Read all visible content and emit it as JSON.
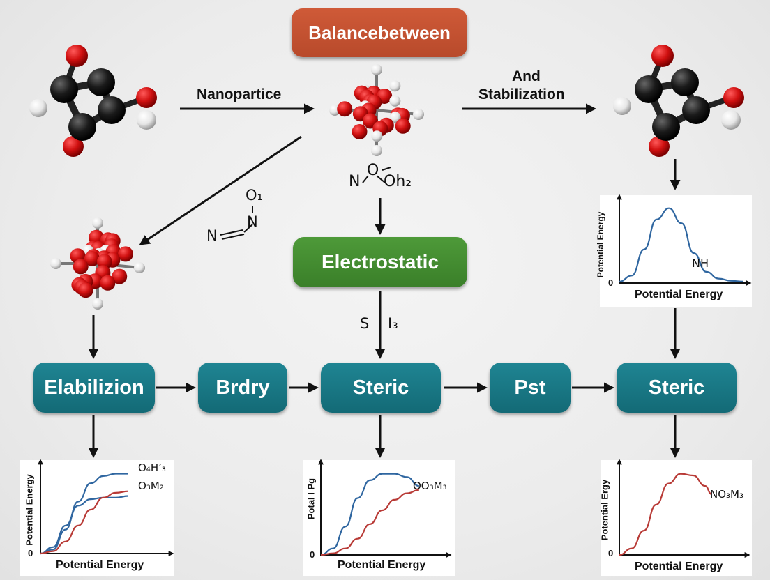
{
  "colors": {
    "teal": "#17707c",
    "green": "#449031",
    "orange": "#c3522f",
    "blue_curve": "#2f66a0",
    "red_curve": "#b83a36",
    "oxygen": "#d01010",
    "carbon": "#151515",
    "hydrogen": "#f2f2f2"
  },
  "title_box": {
    "label": "Balancebetween"
  },
  "arrows": {
    "nanoparticle_label": "Nanopartice",
    "stabilization_line1": "And",
    "stabilization_line2": "Stabilization"
  },
  "chem_labels": {
    "center": "N⁄O⁄Oh₂",
    "center_n": "N",
    "center_o": "O",
    "center_oh": "Oh₂",
    "side_o": "O₁",
    "side_n1": "N",
    "side_n2": "N",
    "s_label": "S",
    "i_label": "I₃"
  },
  "electrostatic_box": {
    "label": "Electrostatic"
  },
  "flow_boxes": [
    {
      "label": "Elabilizion"
    },
    {
      "label": "Brdry"
    },
    {
      "label": "Steric"
    },
    {
      "label": "Pst"
    },
    {
      "label": "Steric"
    }
  ],
  "chart_data": [
    {
      "type": "line",
      "title": "",
      "xlabel": "Potential Energy",
      "ylabel": "Potential Energy",
      "origin_label": "0",
      "series": [
        {
          "name": "NH",
          "x": [
            0,
            0.1,
            0.2,
            0.3,
            0.4,
            0.5,
            0.6,
            0.7,
            0.8,
            0.9,
            1.0
          ],
          "y": [
            0.02,
            0.1,
            0.45,
            0.85,
            1.0,
            0.8,
            0.4,
            0.15,
            0.06,
            0.03,
            0.02
          ]
        }
      ],
      "ylim": [
        0,
        1.1
      ]
    },
    {
      "type": "line",
      "title": "",
      "xlabel": "Potential Energy",
      "ylabel": "Potential Energy",
      "origin_label": "0",
      "series": [
        {
          "name": "O₄H’₃",
          "x": [
            0,
            0.1,
            0.2,
            0.3,
            0.4,
            0.5,
            0.6,
            0.7
          ],
          "y": [
            0.0,
            0.05,
            0.3,
            0.65,
            0.88,
            0.97,
            1.0,
            1.0
          ]
        },
        {
          "name": "O₃M₂",
          "x": [
            0,
            0.1,
            0.2,
            0.3,
            0.4,
            0.5,
            0.6,
            0.7
          ],
          "y": [
            0.0,
            0.08,
            0.35,
            0.6,
            0.68,
            0.7,
            0.7,
            0.72
          ]
        },
        {
          "name": "",
          "x": [
            0,
            0.1,
            0.2,
            0.3,
            0.4,
            0.5,
            0.6,
            0.7
          ],
          "y": [
            0.0,
            0.03,
            0.15,
            0.35,
            0.55,
            0.7,
            0.76,
            0.78
          ]
        }
      ],
      "ylim": [
        0,
        1.1
      ]
    },
    {
      "type": "line",
      "title": "",
      "xlabel": "Potential Energy",
      "ylabel": "Potal I Pg",
      "origin_label": "0",
      "series": [
        {
          "name": "OO₃M₃",
          "x": [
            0,
            0.1,
            0.2,
            0.3,
            0.4,
            0.5,
            0.6,
            0.7,
            0.8
          ],
          "y": [
            0.0,
            0.08,
            0.35,
            0.7,
            0.92,
            1.0,
            1.0,
            0.96,
            0.85
          ]
        },
        {
          "name": "",
          "x": [
            0,
            0.1,
            0.2,
            0.3,
            0.4,
            0.5,
            0.6,
            0.7,
            0.8
          ],
          "y": [
            0.0,
            0.02,
            0.08,
            0.2,
            0.38,
            0.55,
            0.68,
            0.76,
            0.8
          ]
        }
      ],
      "ylim": [
        0,
        1.1
      ]
    },
    {
      "type": "line",
      "title": "",
      "xlabel": "Potential Energy",
      "ylabel": "Potential Ergy",
      "origin_label": "0",
      "series": [
        {
          "name": "NO₃M₃",
          "x": [
            0,
            0.1,
            0.2,
            0.3,
            0.4,
            0.5,
            0.6,
            0.7,
            0.75
          ],
          "y": [
            0.0,
            0.08,
            0.3,
            0.62,
            0.88,
            1.0,
            0.98,
            0.85,
            0.75
          ]
        }
      ],
      "ylim": [
        0,
        1.1
      ]
    }
  ]
}
